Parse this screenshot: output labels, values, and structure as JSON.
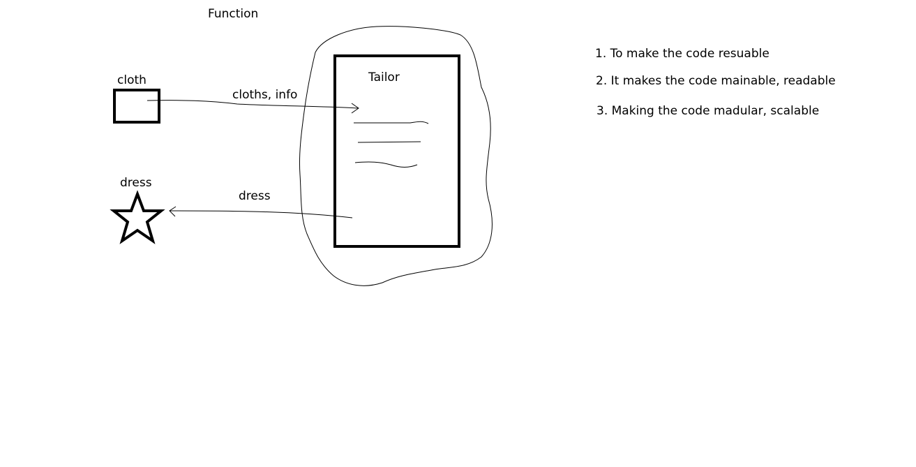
{
  "title": "Function",
  "diagram": {
    "cloth_label": "cloth",
    "input_label": "cloths, info",
    "tailor_label": "Tailor",
    "dress_label": "dress",
    "output_label": "dress"
  },
  "notes": [
    "1. To make the code resuable",
    "2. It makes the code mainable, readable",
    "3. Making the code madular, scalable"
  ],
  "colors": {
    "ink": "#000000",
    "background": "#ffffff"
  }
}
